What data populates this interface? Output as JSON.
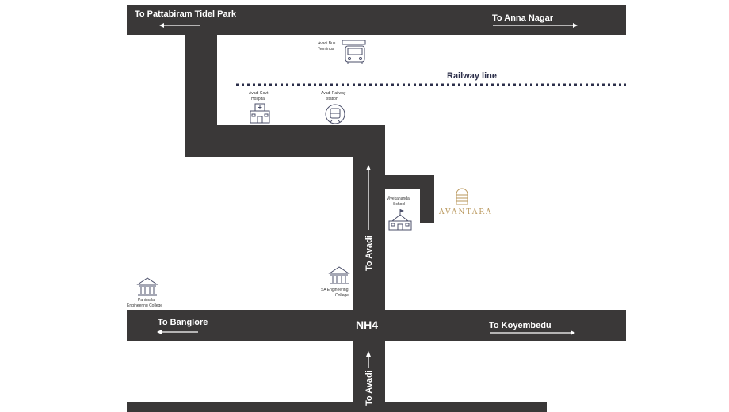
{
  "roads": {
    "top_left": "To Pattabiram Tidel Park",
    "top_right": "To Anna Nagar",
    "mid_left": "To Banglore",
    "mid_center": "NH4",
    "mid_right": "To Koyembedu",
    "vertical_upper": "To Avadi",
    "vertical_lower": "To Avadi"
  },
  "railway": {
    "label": "Railway line"
  },
  "landmarks": {
    "bus_terminus": {
      "label_line1": "Avadi Bus",
      "label_line2": "Terminus",
      "icon": "bus-icon"
    },
    "govt_hospital": {
      "label_line1": "Avadi Govt",
      "label_line2": "Hospital",
      "icon": "hospital-icon"
    },
    "railway_station": {
      "label_line1": "Avadi Railway",
      "label_line2": "station",
      "icon": "train-icon"
    },
    "vivekananda_school": {
      "label_line1": "Vivekananda",
      "label_line2": "School",
      "icon": "school-icon"
    },
    "sa_engineering": {
      "label_line1": "SA Engineering",
      "label_line2": "College",
      "icon": "college-icon"
    },
    "panimalar_engineering": {
      "label_line1": "Panimalar",
      "label_line2": "Engineering  College",
      "icon": "college-icon"
    }
  },
  "brand": {
    "name": "AVANTARA",
    "logo_icon": "arch-logo-icon",
    "color": "#b9975b"
  },
  "colors": {
    "road": "#3a3838",
    "background": "#ffffff",
    "railway": "#2c2f4a"
  }
}
